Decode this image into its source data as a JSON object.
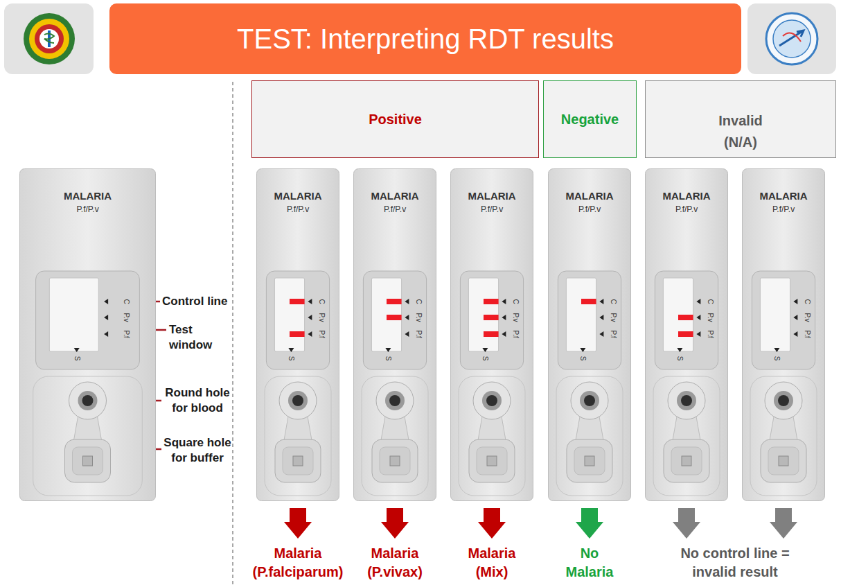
{
  "diagram": {
    "title": "TEST: Interpreting RDT results",
    "nodes": [
      {
        "text": [
          "MALARIA",
          "P.f/P.v",
          "C",
          "P.v",
          "P.f",
          "S"
        ]
      },
      {
        "text": [
          "Positive"
        ]
      },
      {
        "text": [
          "Negative"
        ]
      },
      {
        "text": [
          "Invalid (N/A)"
        ]
      },
      {
        "text": [
          "MALARIA",
          "P.f/P.v",
          "C",
          "P.v",
          "P.f",
          "S"
        ]
      },
      {
        "text": [
          "MALARIA",
          "P.f/P.v",
          "C",
          "P.v",
          "P.f",
          "S"
        ]
      },
      {
        "text": [
          "MALARIA",
          "P.f/P.v",
          "C",
          "P.v",
          "P.f",
          "S"
        ]
      },
      {
        "text": [
          "MALARIA",
          "P.f/P.v",
          "C",
          "P.v",
          "P.f",
          "S"
        ]
      },
      {
        "text": [
          "MALARIA",
          "P.f/P.v",
          "C",
          "P.v",
          "P.f",
          "S"
        ]
      },
      {
        "text": [
          "MALARIA",
          "P.f/P.v",
          "C",
          "P.v",
          "P.f",
          "S"
        ]
      }
    ],
    "labels": [
      "Control line",
      "Test window",
      "Round hole for blood",
      "Square hole for buffer",
      "Malaria (P.falciparum)",
      "Malaria (P.vivax)",
      "Malaria (Mix)",
      "No Malaria",
      "No control line = invalid result"
    ]
  }
}
